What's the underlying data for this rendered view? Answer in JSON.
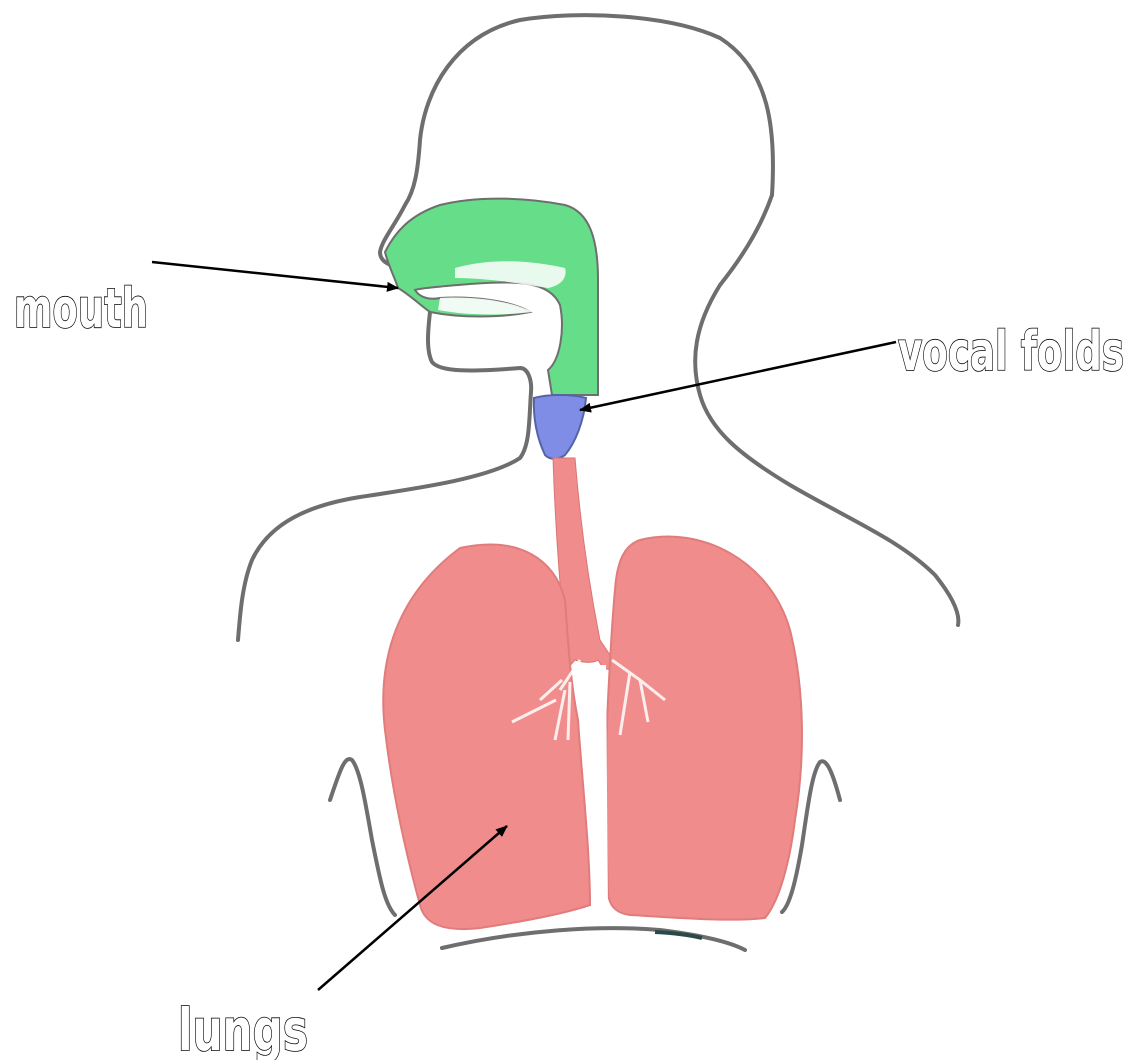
{
  "labels": {
    "mouth": "mouth",
    "vocal_folds": "vocal folds",
    "lungs": "lungs"
  },
  "colors": {
    "mouth_fill": "#66dd88",
    "vocal_folds_fill": "#7f8de6",
    "lungs_fill": "#f08c8c",
    "outline": "#6e6e6e",
    "arrow": "#000000"
  }
}
